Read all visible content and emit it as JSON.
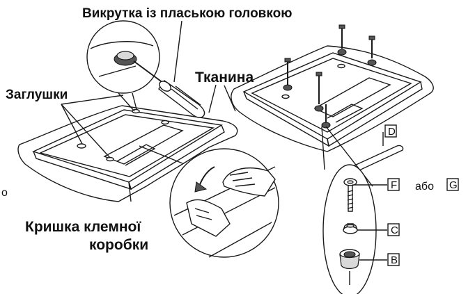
{
  "labels": {
    "screwdriver": "Викрутка із плаською головкою",
    "plugs": "Заглушки",
    "cloth": "Тканина",
    "terminal_cover_line1": "Кришка клемної",
    "terminal_cover_line2": "коробки",
    "or": "або"
  },
  "parts": {
    "D": "D",
    "F": "F",
    "G": "G",
    "C": "C",
    "B": "B"
  },
  "edge_fragment": "о"
}
